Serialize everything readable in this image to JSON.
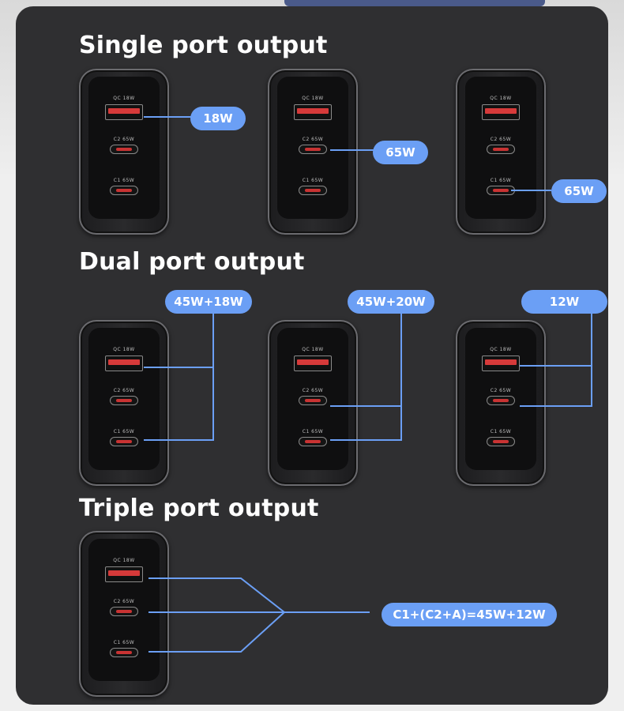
{
  "headings": {
    "single": "Single port output",
    "dual": "Dual port output",
    "triple": "Triple port output"
  },
  "port_labels": {
    "usb_a": "QC 18W",
    "c2": "C2 65W",
    "c1": "C1 65W"
  },
  "single_port": [
    {
      "port": "USB-A (QC)",
      "output": "18W"
    },
    {
      "port": "C2",
      "output": "65W"
    },
    {
      "port": "C1",
      "output": "65W"
    }
  ],
  "dual_port": [
    {
      "ports": "C1 + A",
      "output": "45W+18W"
    },
    {
      "ports": "C1 + C2",
      "output": "45W+20W"
    },
    {
      "ports": "A + C2",
      "output": "12W"
    }
  ],
  "triple_port": {
    "ports": "C1 + C2 + A",
    "output": "C1+(C2+A)=45W+12W"
  },
  "colors": {
    "panel": "#2f2f31",
    "accent": "#6b9ff5",
    "port_red": "#d63a3a",
    "page_bg": "#efefef"
  }
}
